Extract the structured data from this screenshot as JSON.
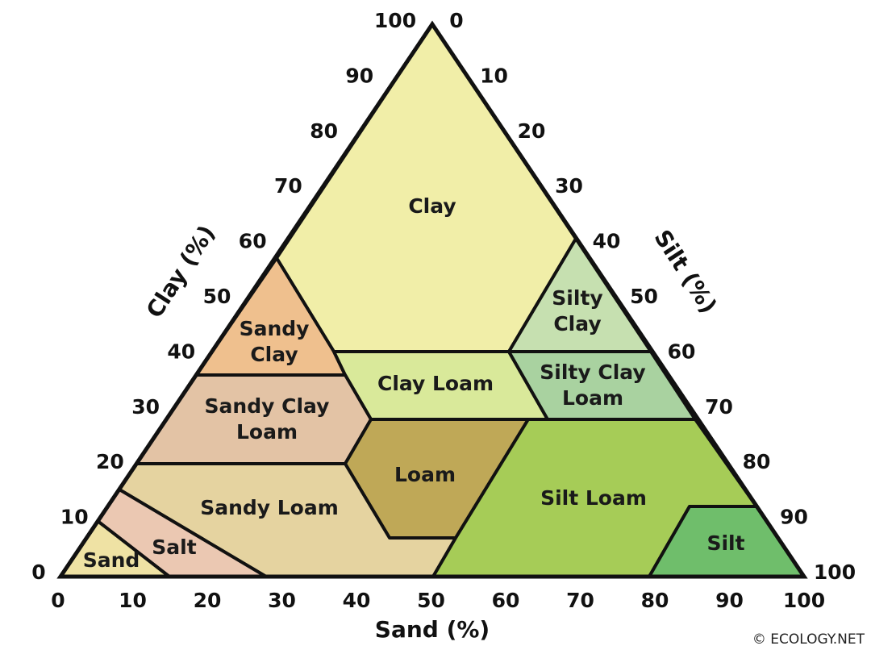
{
  "diagram": {
    "axes": {
      "clay_title": "Clay (%)",
      "silt_title": "Silt (%)",
      "sand_title": "Sand (%)",
      "clay_ticks": [
        "100",
        "90",
        "80",
        "70",
        "60",
        "50",
        "40",
        "30",
        "20",
        "10",
        "0"
      ],
      "silt_ticks": [
        "0",
        "10",
        "20",
        "30",
        "40",
        "50",
        "60",
        "70",
        "80",
        "90",
        "100"
      ],
      "sand_ticks": [
        "0",
        "10",
        "20",
        "30",
        "40",
        "50",
        "60",
        "70",
        "80",
        "90",
        "100"
      ]
    },
    "regions": [
      {
        "name": "Clay",
        "lines": [
          "Clay"
        ],
        "color": "#f1eea8"
      },
      {
        "name": "Sandy Clay",
        "lines": [
          "Sandy",
          "Clay"
        ],
        "color": "#efc08e"
      },
      {
        "name": "Silty Clay",
        "lines": [
          "Silty",
          "Clay"
        ],
        "color": "#c6e0b0"
      },
      {
        "name": "Clay Loam",
        "lines": [
          "Clay Loam"
        ],
        "color": "#d9e99a"
      },
      {
        "name": "Silty Clay Loam",
        "lines": [
          "Silty Clay",
          "Loam"
        ],
        "color": "#a9d2a0"
      },
      {
        "name": "Sandy Clay Loam",
        "lines": [
          "Sandy Clay",
          "Loam"
        ],
        "color": "#e3c3a5"
      },
      {
        "name": "Loam",
        "lines": [
          "Loam"
        ],
        "color": "#bfa857"
      },
      {
        "name": "Sandy Loam",
        "lines": [
          "Sandy Loam"
        ],
        "color": "#e5d3a0"
      },
      {
        "name": "Salt",
        "lines": [
          "Salt"
        ],
        "color": "#ebc8b2"
      },
      {
        "name": "Sand",
        "lines": [
          "Sand"
        ],
        "color": "#efe2a4"
      },
      {
        "name": "Silt Loam",
        "lines": [
          "Silt Loam"
        ],
        "color": "#a6cc57"
      },
      {
        "name": "Silt",
        "lines": [
          "Silt"
        ],
        "color": "#6fbe6b"
      }
    ],
    "copyright": "© ECOLOGY.NET"
  }
}
